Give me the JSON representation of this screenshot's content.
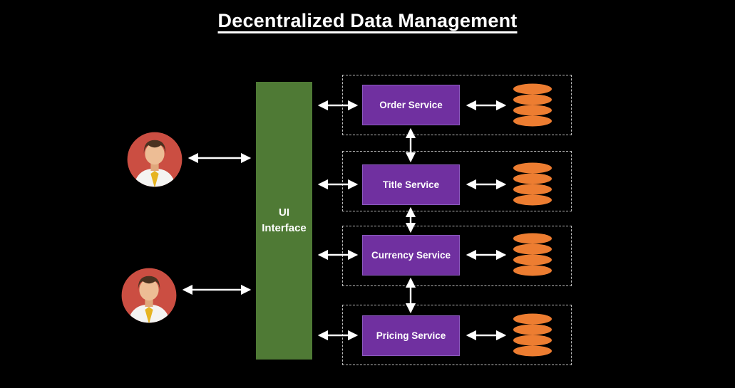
{
  "title": "Decentralized Data Management",
  "ui_interface": {
    "label": "UI Interface"
  },
  "services": [
    {
      "label": "Order Service"
    },
    {
      "label": "Title Service"
    },
    {
      "label": "Currency Service"
    },
    {
      "label": "Pricing Service"
    }
  ],
  "icons": {
    "user": "user-avatar-icon",
    "database": "database-cylinder-icon",
    "arrow": "double-headed-arrow"
  },
  "colors": {
    "background": "#000000",
    "title_text": "#ffffff",
    "ui_interface_fill": "#4f7a35",
    "service_fill": "#7030a0",
    "database_fill": "#ed7d31",
    "avatar_circle": "#cb4e42",
    "arrow": "#ffffff",
    "dashed_border": "#bbbbbb"
  }
}
